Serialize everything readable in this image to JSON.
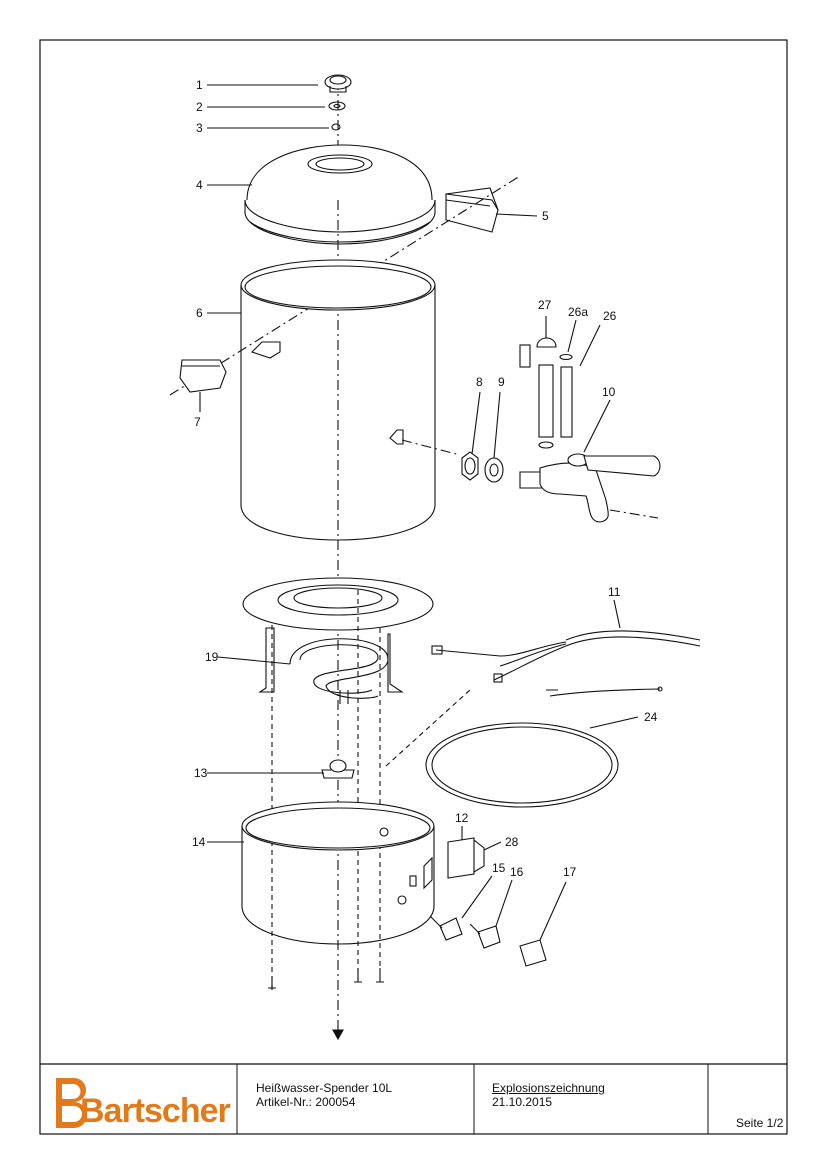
{
  "parts": {
    "p1": "1",
    "p2": "2",
    "p3": "3",
    "p4": "4",
    "p5": "5",
    "p6": "6",
    "p7": "7",
    "p8": "8",
    "p9": "9",
    "p10": "10",
    "p11": "11",
    "p12": "12",
    "p13": "13",
    "p14": "14",
    "p15": "15",
    "p16": "16",
    "p17": "17",
    "p19": "19",
    "p24": "24",
    "p26": "26",
    "p26a": "26a",
    "p27": "27",
    "p28": "28"
  },
  "title_block": {
    "logo_text": "Bartscher",
    "product_name": "Heißwasser-Spender 10L",
    "article": "Artikel-Nr.: 200054",
    "drawing_type": "Explosionszeichnung",
    "date": "21.10.2015",
    "page": "Seite 1/2"
  },
  "colors": {
    "logo": "#e2791a",
    "line": "#111111",
    "fill": "#ffffff"
  }
}
